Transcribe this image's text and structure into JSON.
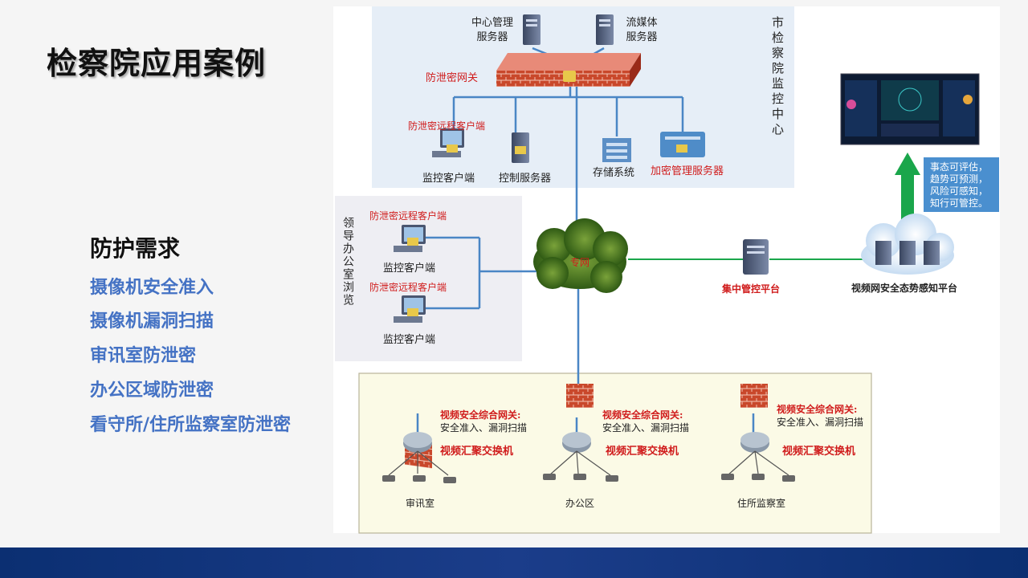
{
  "title": "检察院应用案例",
  "requirements": {
    "heading": "防护需求",
    "items": [
      "摄像机安全准入",
      "摄像机漏洞扫描",
      "审讯室防泄密",
      "办公区域防泄密",
      "看守所/住所监察室防泄密"
    ]
  },
  "diagram": {
    "center_label": "市检察院监控中心",
    "leader_label": "领导办公室浏览",
    "top": {
      "central_server": "中心管理服务器",
      "media_server": "流媒体服务器",
      "gateway": "防泄密网关",
      "remote_client": "防泄密远程客户端",
      "monitor_client": "监控客户端",
      "control_server": "控制服务器",
      "storage": "存储系统",
      "encrypt_server": "加密管理服务器"
    },
    "leader": [
      {
        "remote": "防泄密远程客户端",
        "client": "监控客户端"
      },
      {
        "remote": "防泄密远程客户端",
        "client": "监控客户端"
      }
    ],
    "network": "专网",
    "platform": "集中管控平台",
    "awareness_platform": "视频网安全态势感知平台",
    "evaluation": [
      "事态可评估，",
      "趋势可预测，",
      "风险可感知，",
      "知行可管控。"
    ],
    "sites": [
      {
        "gateway": "视频安全综合网关:",
        "functions": "安全准入、漏洞扫描",
        "switch": "视频汇聚交换机",
        "name": "审讯室"
      },
      {
        "gateway": "视频安全综合网关:",
        "functions": "安全准入、漏洞扫描",
        "switch": "视频汇聚交换机",
        "name": "办公区"
      },
      {
        "gateway": "视频安全综合网关:",
        "functions": "安全准入、漏洞扫描",
        "switch": "视频汇聚交换机",
        "name": "住所监察室"
      }
    ]
  },
  "colors": {
    "accent": "#4472c4",
    "red_label": "#d01c1c",
    "line": "#4a86c5",
    "green": "#1aa64b",
    "footer": "#0b2f72"
  }
}
